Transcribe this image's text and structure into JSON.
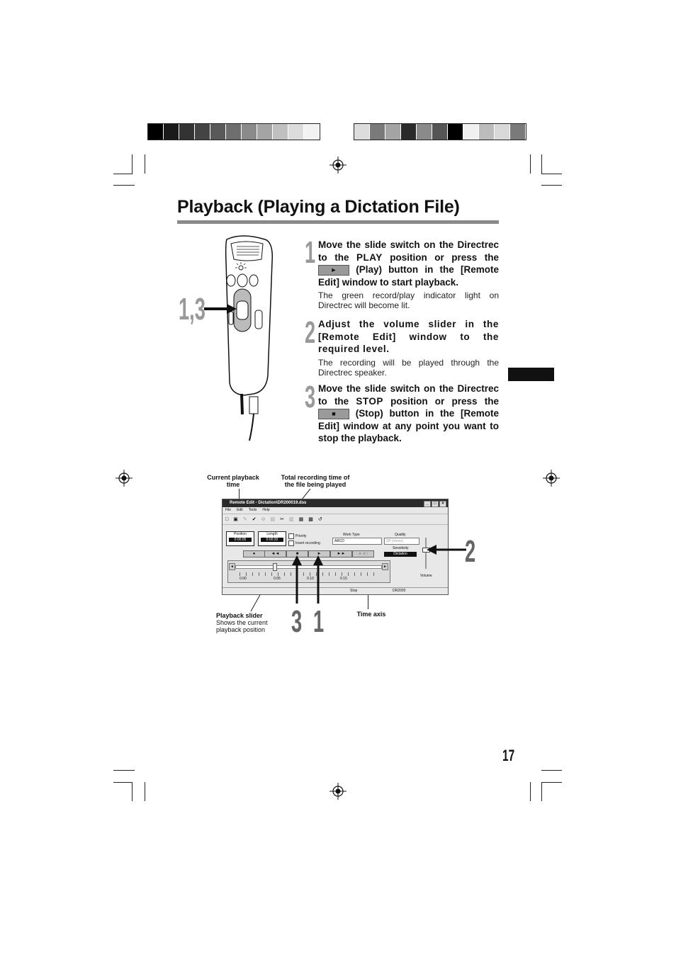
{
  "swatches_left": [
    "#000000",
    "#1a1a1a",
    "#333333",
    "#444444",
    "#595959",
    "#6e6e6e",
    "#8a8a8a",
    "#a4a4a4",
    "#c0c0c0",
    "#dcdcdc",
    "#f2f2f2"
  ],
  "swatches_right": [
    "#dcdcdc",
    "#7a7a7a",
    "#a4a4a4",
    "#2a2a2a",
    "#8a8a8a",
    "#555555",
    "#000000",
    "#f0f0f0",
    "#bcbcbc",
    "#d8d8d8",
    "#7a7a7a"
  ],
  "title": "Playback (Playing a Dictation File)",
  "device_label": "1,3",
  "steps": [
    {
      "num": "1",
      "head_a": "Move the slide switch on the Directrec to the",
      "keyword": "PLAY",
      "head_b": "position or press the",
      "button_glyph": "►",
      "head_c": "(Play) button in the [Remote Edit] window to start playback.",
      "note": "The green record/play indicator light on Directrec will become lit."
    },
    {
      "num": "2",
      "head": "Adjust the volume slider in the [Remote Edit] window to the required level.",
      "note": "The recording will be played through the Directrec speaker."
    },
    {
      "num": "3",
      "head_a": "Move the slide switch on the Directrec to the",
      "keyword": "STOP",
      "head_b": "position or press the",
      "button_glyph": "■",
      "head_c": "(Stop) button in the [Remote Edit] window  at any point you want to stop the playback."
    }
  ],
  "callouts": {
    "current_time": "Current playback time",
    "total_time": "Total recording time of the file being played",
    "slider_title": "Playback slider",
    "slider_sub": "Shows the current playback position",
    "time_axis": "Time axis"
  },
  "figure_numbers": {
    "stop": "3",
    "play": "1",
    "volume": "2"
  },
  "window": {
    "title": "Remote Edit - Dictation\\DR200019.dss",
    "menu": [
      "File",
      "Edit",
      "Tools",
      "Help"
    ],
    "position_label": "Position",
    "position_value": "0:00:05",
    "length_label": "Length",
    "length_value": "0:00:20",
    "priority": "Priority",
    "insert_recording": "Insert recording",
    "work_type_label": "Work Type",
    "work_type_value": "ABCD",
    "quality_label": "Quality",
    "quality_value": "SP (mono)",
    "sensitivity_label": "Sensitivity",
    "sensitivity_value": "Dictation",
    "volume_label": "Volume",
    "ticks": [
      "0.00",
      "0.05",
      "0.10",
      "0.15"
    ],
    "status_state": "Stop",
    "status_model": "DR2000"
  },
  "page_number": "17"
}
